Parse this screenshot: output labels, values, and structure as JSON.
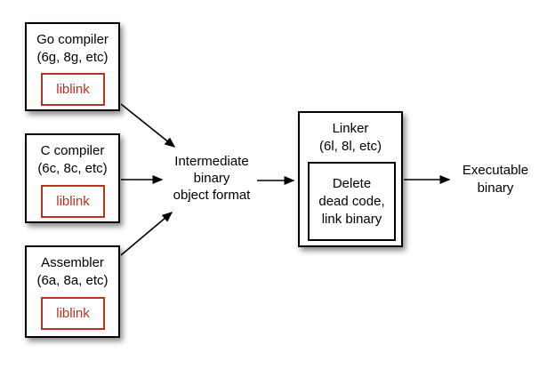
{
  "diagram": {
    "nodes": {
      "go_compiler": {
        "title": "Go compiler",
        "subtitle": "(6g, 8g, etc)",
        "liblink_label": "liblink"
      },
      "c_compiler": {
        "title": "C compiler",
        "subtitle": "(6c, 8c, etc)",
        "liblink_label": "liblink"
      },
      "assembler": {
        "title": "Assembler",
        "subtitle": "(6a, 8a, etc)",
        "liblink_label": "liblink"
      },
      "linker": {
        "title": "Linker",
        "subtitle": "(6l, 8l, etc)",
        "inner_label": "Delete\ndead code,\nlink binary"
      }
    },
    "labels": {
      "intermediate_format": "Intermediate\nbinary\nobject format",
      "executable_binary": "Executable\nbinary"
    },
    "colors": {
      "liblink_red": "#b43322",
      "box_border": "#000000",
      "arrow": "#000000",
      "background": "#ffffff"
    }
  }
}
